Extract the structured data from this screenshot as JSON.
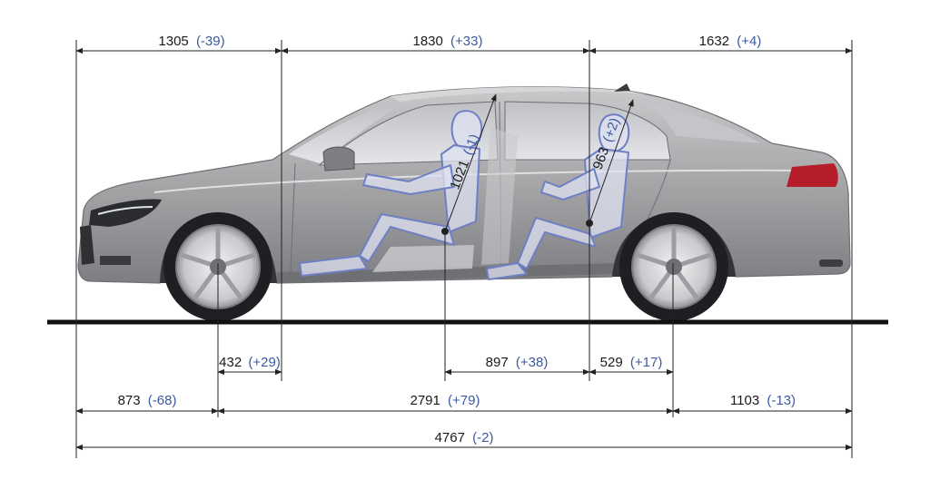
{
  "colors": {
    "body_paint": "#a9a9ab",
    "body_shadow": "#7d7e82",
    "glass": "#d9dadd",
    "mannequin_outline": "#6f7fc4",
    "mannequin_fill": "#dfe3f1",
    "taillight": "#b51e2a",
    "dimension_text": "#1a1a1a",
    "delta_text": "#3b5aa0",
    "line": "#222222"
  },
  "icons": {
    "vehicle": "sedan-side-view",
    "front_occupant": "front-seat-mannequin",
    "rear_occupant": "rear-seat-mannequin"
  },
  "dimensions": {
    "front_body_length": {
      "value": "1305",
      "delta": "(-39)"
    },
    "cabin_length": {
      "value": "1830",
      "delta": "(+33)"
    },
    "rear_body_length": {
      "value": "1632",
      "delta": "(+4)"
    },
    "front_headroom": {
      "value": "1021",
      "delta": "(-1)"
    },
    "rear_headroom": {
      "value": "963",
      "delta": "(+2)"
    },
    "front_axle_to_cabin": {
      "value": "432",
      "delta": "(+29)"
    },
    "seat_spacing": {
      "value": "897",
      "delta": "(+38)"
    },
    "rear_hip_to_axle": {
      "value": "529",
      "delta": "(+17)"
    },
    "front_overhang": {
      "value": "873",
      "delta": "(-68)"
    },
    "wheelbase": {
      "value": "2791",
      "delta": "(+79)"
    },
    "rear_overhang": {
      "value": "1103",
      "delta": "(-13)"
    },
    "overall_length": {
      "value": "4767",
      "delta": "(-2)"
    }
  }
}
